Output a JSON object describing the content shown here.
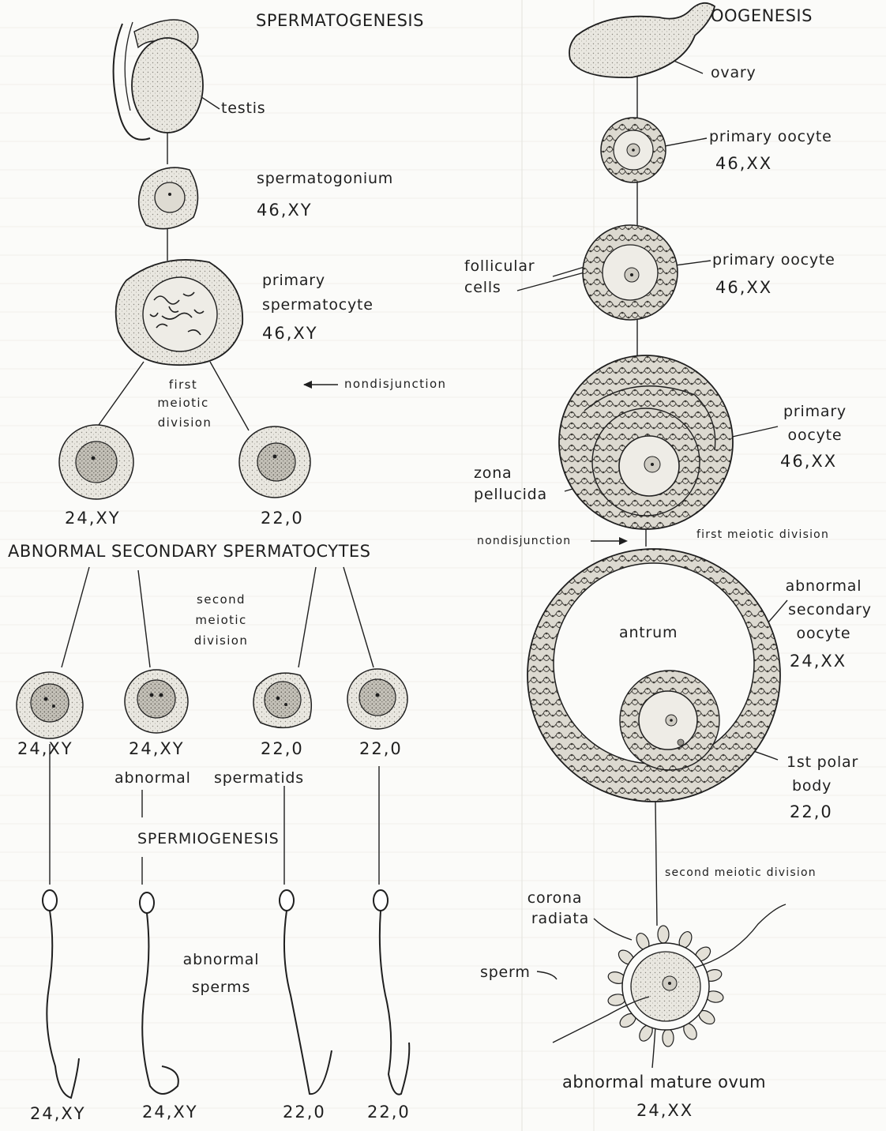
{
  "spermatogenesis": {
    "title": "SPERMATOGENESIS",
    "testis": "testis",
    "spermatogonium": "spermatogonium",
    "spermatogonium_karyotype": "46,XY",
    "primary_spermatocyte_line1": "primary",
    "primary_spermatocyte_line2": "spermatocyte",
    "primary_spermatocyte_karyotype": "46,XY",
    "first_meiotic_division": [
      "first",
      "meiotic",
      "division"
    ],
    "nondisjunction": "nondisjunction",
    "secondary_left_karyotype": "24,XY",
    "secondary_right_karyotype": "22,0",
    "secondary_heading": "ABNORMAL SECONDARY SPERMATOCYTES",
    "second_meiotic_division": [
      "second",
      "meiotic",
      "division"
    ],
    "spermatid_karyotypes": [
      "24,XY",
      "24,XY",
      "22,0",
      "22,0"
    ],
    "spermatids_label_1": "abnormal",
    "spermatids_label_2": "spermatids",
    "spermiogenesis": "SPERMIOGENESIS",
    "abnormal_sperms": [
      "abnormal",
      "sperms"
    ],
    "sperm_karyotypes": [
      "24,XY",
      "24,XY",
      "22,0",
      "22,0"
    ]
  },
  "oogenesis": {
    "title": "OOGENESIS",
    "ovary": "ovary",
    "primary_oocyte_1": "primary oocyte",
    "primary_oocyte_1_karyotype": "46,XX",
    "follicular_cells": [
      "follicular",
      "cells"
    ],
    "primary_oocyte_2": "primary oocyte",
    "primary_oocyte_2_karyotype": "46,XX",
    "primary_oocyte_3": [
      "primary",
      "oocyte"
    ],
    "primary_oocyte_3_karyotype": "46,XX",
    "zona_pellucida": [
      "zona",
      "pellucida"
    ],
    "nondisjunction": "nondisjunction",
    "first_meiotic_division": "first meiotic division",
    "antrum": "antrum",
    "abnormal_secondary_oocyte": [
      "abnormal",
      "secondary",
      "oocyte"
    ],
    "secondary_oocyte_karyotype": "24,XX",
    "first_polar_body": [
      "1st polar",
      "body"
    ],
    "first_polar_body_karyotype": "22,0",
    "second_meiotic_division": "second meiotic division",
    "corona_radiata": [
      "corona",
      "radiata"
    ],
    "sperm": "sperm",
    "abnormal_mature_ovum": "abnormal mature ovum",
    "mature_ovum_karyotype": "24,XX"
  },
  "colors": {
    "ink": "#1f1f1f",
    "cytoplasm": "#e7e5de",
    "nucleus": "#b9b6ad",
    "granulosa": "#d4d1c8",
    "paper": "#fbfbf9"
  }
}
